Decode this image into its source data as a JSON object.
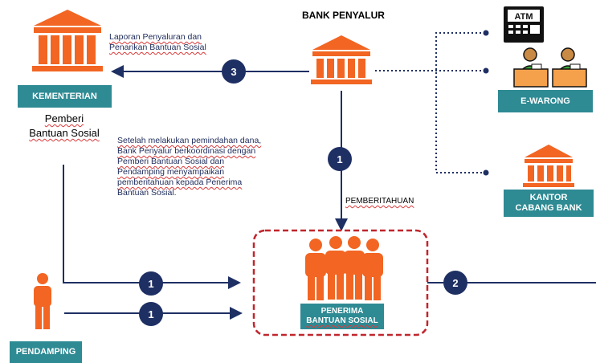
{
  "nodes": {
    "bank_title": "BANK PENYALUR",
    "kementerian_label": "KEMENTERIAN",
    "pemberi_line1": "Pemberi",
    "pemberi_line2": "Bantuan Sosial",
    "ewarong_label": "E-WARONG",
    "kantor_line1": "KANTOR",
    "kantor_line2": "CABANG BANK",
    "penerima_line1": "PENERIMA",
    "penerima_line2": "BANTUAN SOSIAL",
    "pendamping_label": "PENDAMPING",
    "atm_text": "ATM"
  },
  "notes": {
    "laporan_line1": "Laporan Penyaluran dan",
    "laporan_line2": "Penarikan Bantuan Sosial",
    "setelah_lines": [
      "Setelah melakukan pemindahan dana,",
      "Bank Penyalur berkoordinasi dengan",
      "Pemberi Bantuan Sosial dan",
      "Pendamping menyampaikan",
      "pemberitahuan kepada Penerima",
      "Bantuan Sosial."
    ],
    "pemberitahuan": "PEMBERITAHUAN"
  },
  "steps": {
    "step3": "3",
    "step1_top": "1",
    "step1_mid": "1",
    "step1_low": "1",
    "step2": "2"
  },
  "colors": {
    "icon_orange": "#f26522",
    "teal_box": "#2e8a93",
    "navy": "#1e2f63",
    "dashed_red": "#c0262d"
  }
}
